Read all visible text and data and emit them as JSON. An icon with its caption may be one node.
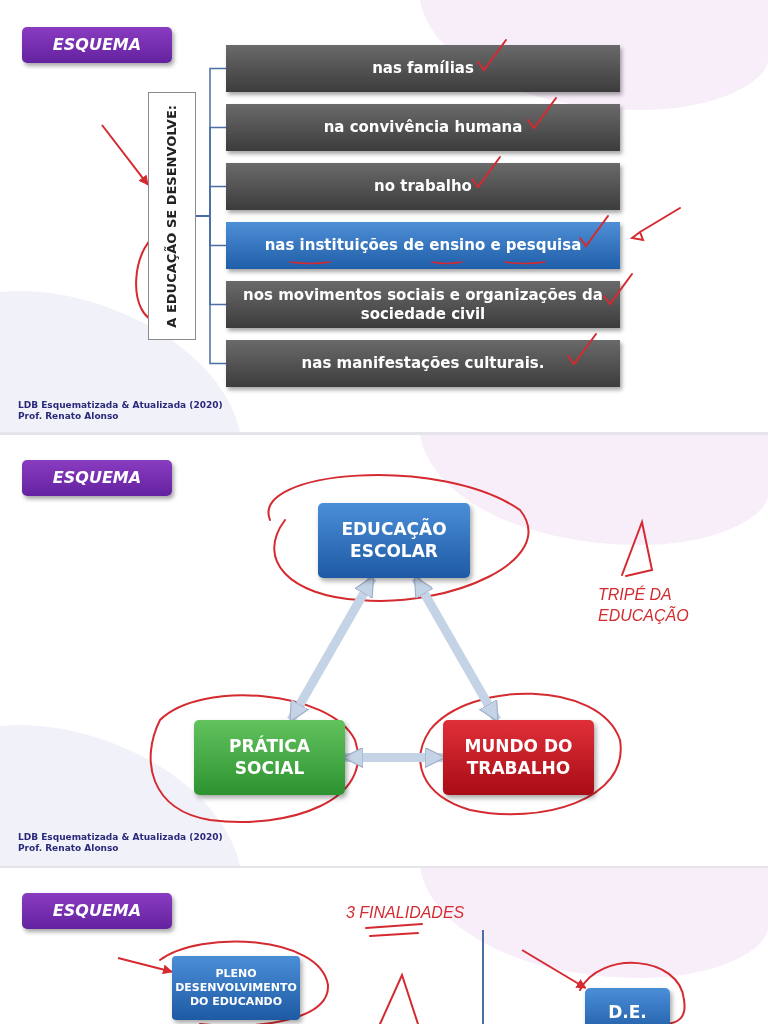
{
  "diagram": {
    "nodes": [
      {
        "text": [
          "ESQUEMA"
        ]
      },
      {
        "text": [
          "A EDUCAÇÃO SE DESENVOLVE:"
        ]
      },
      {
        "text": [
          "nas famílias"
        ]
      },
      {
        "text": [
          "na convivência humana"
        ]
      },
      {
        "text": [
          "no trabalho"
        ]
      },
      {
        "text": [
          "nas instituições de ensino e pesquisa"
        ]
      },
      {
        "text": [
          "nos movimentos sociais e organizações da sociedade civil"
        ]
      },
      {
        "text": [
          "nas manifestações culturais."
        ]
      },
      {
        "text": [
          "ESQUEMA"
        ]
      },
      {
        "text": [
          "EDUCAÇÃO ESCOLAR"
        ]
      },
      {
        "text": [
          "PRÁTICA SOCIAL"
        ]
      },
      {
        "text": [
          "MUNDO DO TRABALHO"
        ]
      },
      {
        "text": [
          "ESQUEMA"
        ]
      },
      {
        "text": [
          "PLENO DESENVOLVIMENTO DO EDUCANDO"
        ]
      },
      {
        "text": [
          "D.E."
        ]
      }
    ],
    "edges": [
      {
        "from": 1,
        "to": 2,
        "arrow": "none"
      },
      {
        "from": 1,
        "to": 3,
        "arrow": "none"
      },
      {
        "from": 1,
        "to": 4,
        "arrow": "none"
      },
      {
        "from": 1,
        "to": 5,
        "arrow": "none"
      },
      {
        "from": 1,
        "to": 6,
        "arrow": "none"
      },
      {
        "from": 1,
        "to": 7,
        "arrow": "none"
      },
      {
        "from": null,
        "to": 1,
        "arrow": "to",
        "color": "#d42a30"
      },
      {
        "from": 9,
        "to": 10,
        "arrow": "both",
        "style": "thick",
        "color": "#c5d3e6"
      },
      {
        "from": 9,
        "to": 11,
        "arrow": "both",
        "style": "thick",
        "color": "#c5d3e6"
      },
      {
        "from": 10,
        "to": 11,
        "arrow": "both",
        "style": "thick",
        "color": "#c5d3e6"
      },
      {
        "from": null,
        "to": 13,
        "arrow": "to",
        "color": "#d42a30"
      },
      {
        "from": null,
        "to": 14,
        "arrow": "to",
        "color": "#d42a30"
      }
    ],
    "labels": [
      "LDB Esquematizada & Atualizada (2020)",
      "Prof. Renato Alonso",
      "TRIPÉ DA EDUCAÇÃO",
      "LDB Esquematizada & Atualizada (2020)",
      "Prof. Renato Alonso",
      "3 FINALIDADES"
    ]
  }
}
